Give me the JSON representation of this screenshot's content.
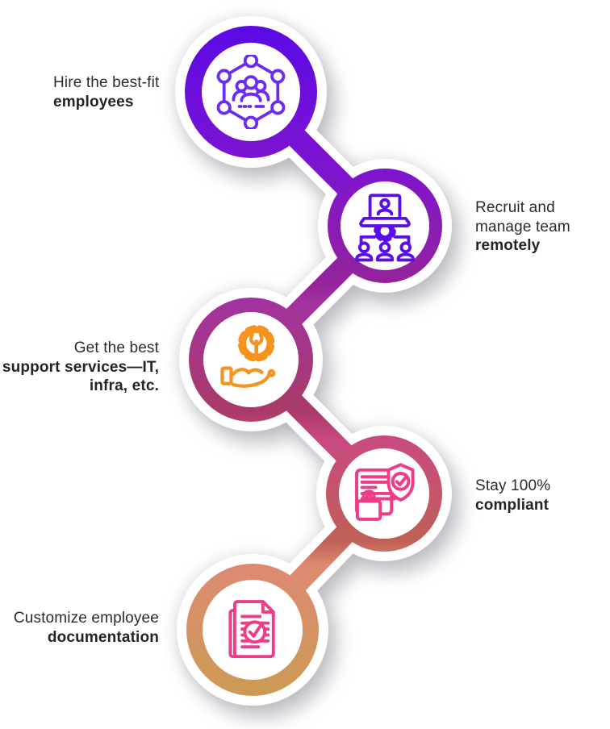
{
  "figure": {
    "background": "#ffffff",
    "text_color": "#2b2b2b",
    "gradient_stops": [
      "#5B0AE5",
      "#7E14D0",
      "#95239B",
      "#A2339E",
      "#A93A68",
      "#C94A7F",
      "#BE6056",
      "#DD8A72",
      "#CB9B53"
    ],
    "steps": [
      {
        "lines": [
          "Hire the best-fit",
          "employees"
        ],
        "icon": "team-network-icon",
        "icon_color": "#6A2BF2",
        "side": "left"
      },
      {
        "lines": [
          "Recruit and",
          "manage team",
          "remotely"
        ],
        "icon": "remote-management-icon",
        "icon_color": "#5A0EE8",
        "side": "right"
      },
      {
        "lines": [
          "Get the best",
          "support services—IT,",
          "infra, etc."
        ],
        "icon": "support-gear-hand-icon",
        "icon_color": "#F6921E",
        "side": "left"
      },
      {
        "lines": [
          "Stay 100%",
          "compliant"
        ],
        "icon": "compliance-shield-lock-icon",
        "icon_color": "#EE3C89",
        "side": "right"
      },
      {
        "lines": [
          "Customize employee",
          "documentation"
        ],
        "icon": "document-check-icon",
        "icon_color": "#EE3C89",
        "side": "left"
      }
    ]
  }
}
